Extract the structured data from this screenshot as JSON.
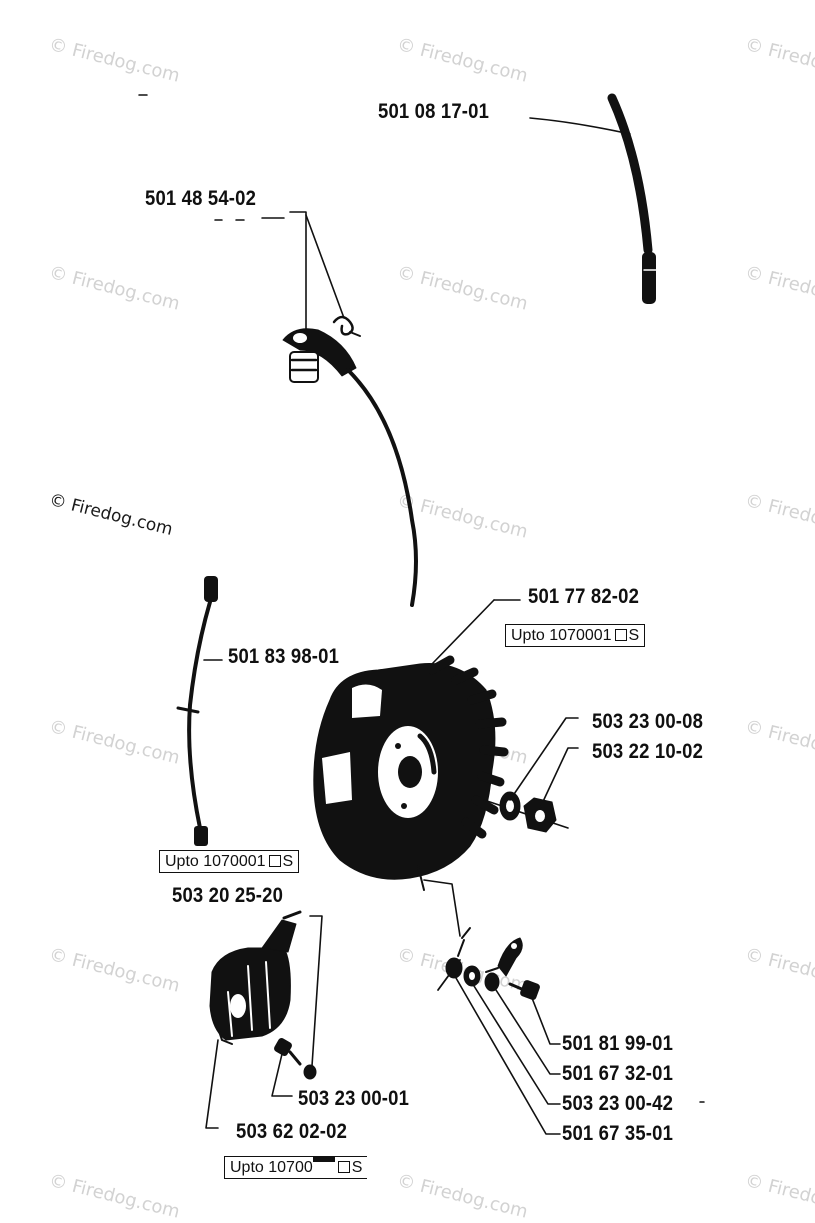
{
  "watermark": "© Firedog.com",
  "parts": {
    "p1": "501 08 17-01",
    "p2": "501 48 54-02",
    "p3": "501 77 82-02",
    "p4": "501 83 98-01",
    "p5": "503 23 00-08",
    "p6": "503 22 10-02",
    "p7": "503 20 25-20",
    "p8": "501 81 99-01",
    "p9": "501 67 32-01",
    "p10": "503 23 00-42",
    "p11": "501 67 35-01",
    "p12": "503 23 00-01",
    "p13": "503 62 02-02"
  },
  "notes": {
    "flywheel": {
      "text": "Upto 1070001",
      "suffix": "S"
    },
    "lead": {
      "text": "Upto 1070001",
      "suffix": "S"
    },
    "coil": {
      "text": "Upto 10700",
      "suffix": "S"
    }
  }
}
